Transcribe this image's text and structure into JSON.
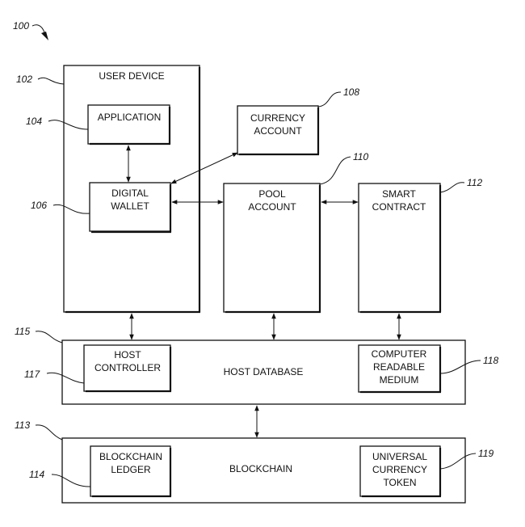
{
  "figure_ref": "100",
  "boxes": {
    "user_device": {
      "ref": "102",
      "lines": [
        "USER DEVICE"
      ]
    },
    "application": {
      "ref": "104",
      "lines": [
        "APPLICATION"
      ]
    },
    "digital_wallet": {
      "ref": "106",
      "lines": [
        "DIGITAL",
        "WALLET"
      ]
    },
    "currency_account": {
      "ref": "108",
      "lines": [
        "CURRENCY",
        "ACCOUNT"
      ]
    },
    "pool_account": {
      "ref": "110",
      "lines": [
        "POOL",
        "ACCOUNT"
      ]
    },
    "smart_contract": {
      "ref": "112",
      "lines": [
        "SMART",
        "CONTRACT"
      ]
    },
    "host_database": {
      "ref": "115",
      "lines": [
        "HOST DATABASE"
      ]
    },
    "host_controller": {
      "ref": "117",
      "lines": [
        "HOST",
        "CONTROLLER"
      ]
    },
    "computer_readable_medium": {
      "ref": "118",
      "lines": [
        "COMPUTER",
        "READABLE",
        "MEDIUM"
      ]
    },
    "blockchain": {
      "ref": "113",
      "lines": [
        "BLOCKCHAIN"
      ]
    },
    "blockchain_ledger": {
      "ref": "114",
      "lines": [
        "BLOCKCHAIN",
        "LEDGER"
      ]
    },
    "universal_currency_token": {
      "ref": "119",
      "lines": [
        "UNIVERSAL",
        "CURRENCY",
        "TOKEN"
      ]
    }
  },
  "connections": [
    {
      "from": "application",
      "to": "digital_wallet",
      "type": "bidirectional"
    },
    {
      "from": "digital_wallet",
      "to": "currency_account",
      "type": "bidirectional"
    },
    {
      "from": "digital_wallet",
      "to": "pool_account",
      "type": "bidirectional"
    },
    {
      "from": "pool_account",
      "to": "smart_contract",
      "type": "bidirectional"
    },
    {
      "from": "user_device",
      "to": "host_database",
      "type": "bidirectional"
    },
    {
      "from": "pool_account",
      "to": "host_database",
      "type": "bidirectional"
    },
    {
      "from": "smart_contract",
      "to": "host_database",
      "type": "bidirectional"
    },
    {
      "from": "host_database",
      "to": "blockchain",
      "type": "bidirectional"
    }
  ]
}
